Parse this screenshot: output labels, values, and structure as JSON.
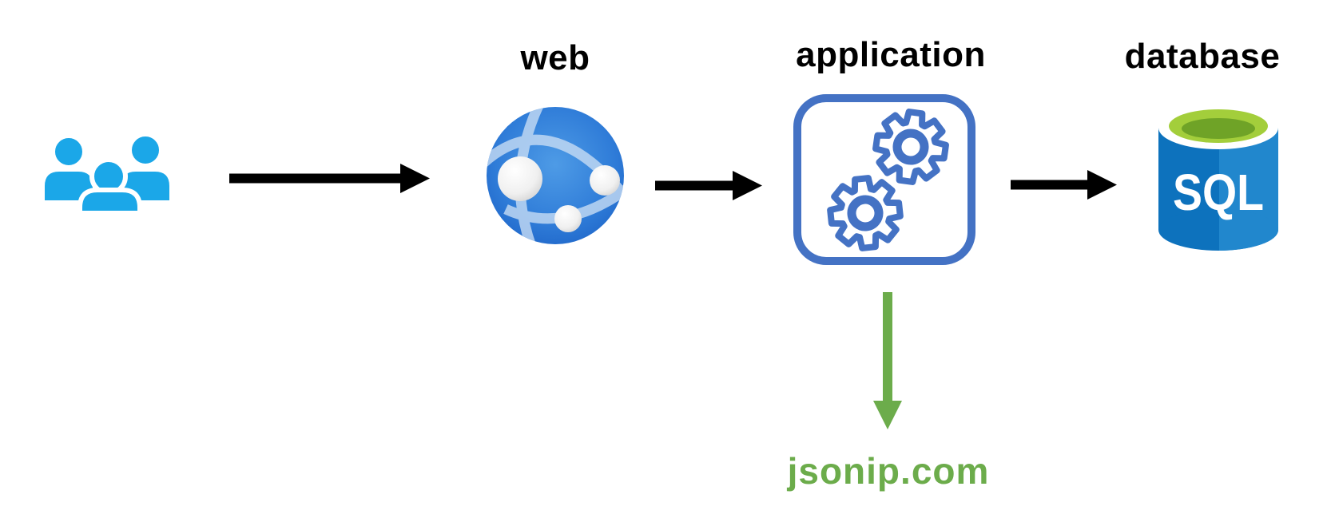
{
  "diagram": {
    "background": "#ffffff",
    "nodes": [
      {
        "id": "users",
        "label": "",
        "icon": "users-icon",
        "color": "#1BA7E8"
      },
      {
        "id": "web",
        "label": "web",
        "icon": "app-service-globe-icon",
        "color": "#2F7CD8"
      },
      {
        "id": "application",
        "label": "application",
        "icon": "gears-box-icon",
        "color": "#4472C4"
      },
      {
        "id": "database",
        "label": "database",
        "icon": "sql-database-icon",
        "icon_text": "SQL",
        "color": "#0D72BD"
      },
      {
        "id": "jsonip",
        "label": "jsonip.com",
        "icon": null,
        "color": "#6CAC4B"
      }
    ],
    "edges": [
      {
        "from": "users",
        "to": "web",
        "direction": "right",
        "color": "#000000"
      },
      {
        "from": "web",
        "to": "application",
        "direction": "right",
        "color": "#000000"
      },
      {
        "from": "application",
        "to": "database",
        "direction": "right",
        "color": "#000000"
      },
      {
        "from": "application",
        "to": "jsonip",
        "direction": "down",
        "color": "#6CAC4B"
      }
    ]
  },
  "colors": {
    "users_blue": "#1BA7E8",
    "arrow_black": "#000000",
    "label_black": "#000000",
    "app_box_blue": "#4472C4",
    "globe_blue_center": "#4E9BE6",
    "globe_blue_mid": "#2F7CD8",
    "globe_blue_edge": "#1A5FC4",
    "globe_arc_light_blue": "#C7DCF4",
    "node_sphere_white": "#FFFFFF",
    "node_sphere_gray": "#D2D2D2",
    "sql_body_dark": "#0D72BD",
    "sql_body_light": "#2187CD",
    "sql_rim_white": "#FFFFFF",
    "sql_top_outer_green": "#A3CE3B",
    "sql_top_inner_green": "#6FA327",
    "sql_text_white": "#FFFFFF",
    "external_green": "#6CAC4B"
  }
}
